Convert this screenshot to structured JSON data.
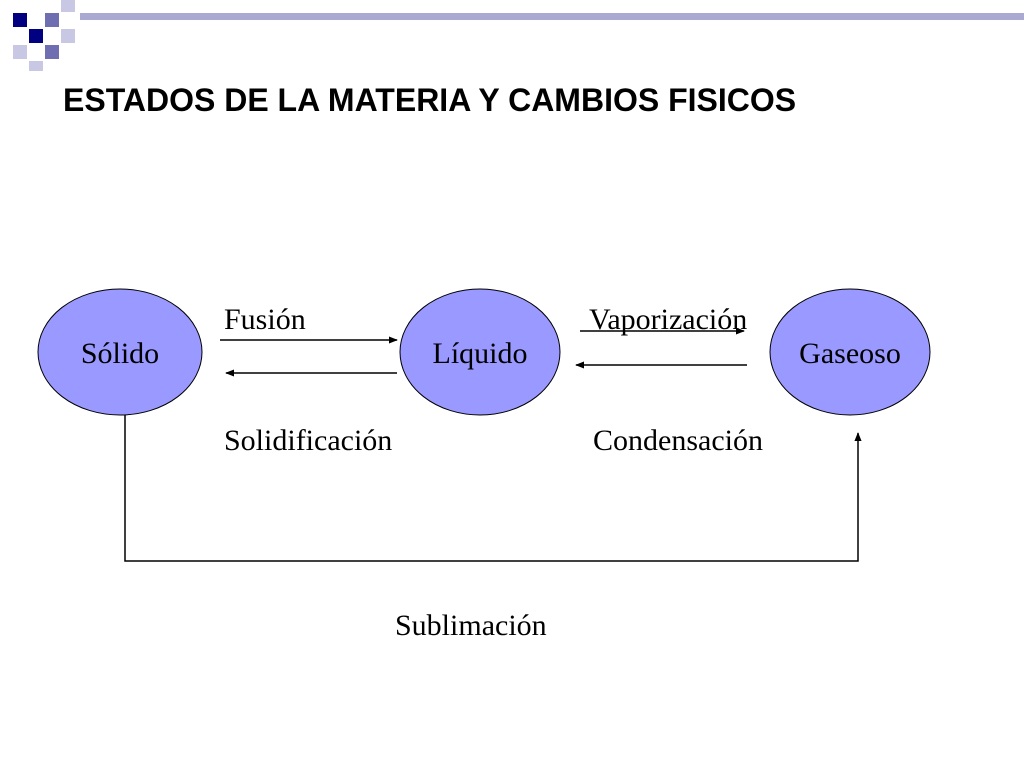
{
  "slide": {
    "title": "ESTADOS DE LA MATERIA Y CAMBIOS FISICOS"
  },
  "colors": {
    "state_fill": "#9999ff",
    "state_stroke": "#000000",
    "deco_dark": "#000080",
    "deco_mid": "#6e6eb0",
    "deco_light": "#c8c8e4",
    "deco_line": "#a9a9d1"
  },
  "diagram": {
    "states": {
      "solid": "Sólido",
      "liquid": "Líquido",
      "gas": "Gaseoso"
    },
    "processes": {
      "fusion": "Fusión",
      "solidification": "Solidificación",
      "vaporization": "Vaporización",
      "condensation": "Condensación",
      "sublimation": "Sublimación"
    }
  }
}
